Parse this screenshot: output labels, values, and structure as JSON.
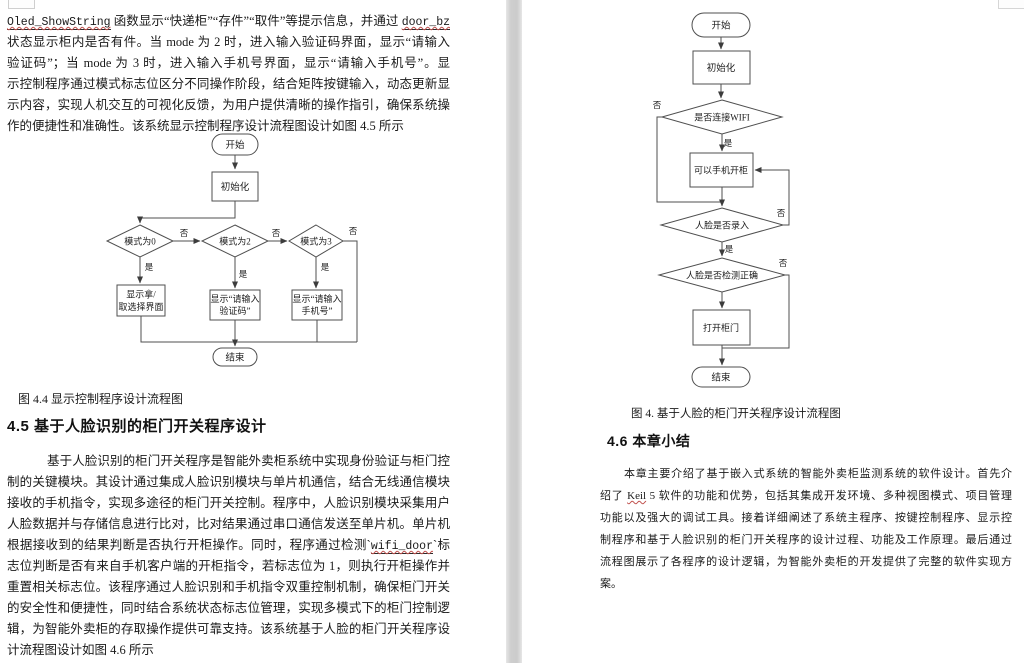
{
  "left_page": {
    "para1_lines": [
      "Oled_ShowString 函数显示“快递柜”“存件”“取件”等提示信息，并通过 door_bz",
      "状态显示柜内是否有件。当 mode 为 2 时，进入输入验证码界面，显示“请输入",
      "验证码”；当 mode 为 3 时，进入输入手机号界面，显示“请输入手机号”。显",
      "示控制程序通过模式标志位区分不同操作阶段，结合矩阵按键输入，动态更新显",
      "示内容，实现人机交互的可视化反馈，为用户提供清晰的操作指引，确保系统操",
      "作的便捷性和准确性。该系统显示控制程序设计流程图设计如图 4.5 所示"
    ],
    "figure_caption": "图 4.4 显示控制程序设计流程图",
    "section_heading": "4.5 基于人脸识别的柜门开关程序设计",
    "para2_lines": [
      "基于人脸识别的柜门开关程序是智能外卖柜系统中实现身份验证与柜门控",
      "制的关键模块。其设计通过集成人脸识别模块与单片机通信，结合无线通信模块",
      "接收的手机指令，实现多途径的柜门开关控制。程序中，人脸识别模块采集用户",
      "人脸数据并与存储信息进行比对，比对结果通过串口通信发送至单片机。单片机",
      "根据接收到的结果判断是否执行开柜操作。同时，程序通过检测`wifi_door`标",
      "志位判断是否有来自手机客户端的开柜指令，若标志位为 1，则执行开柜操作并",
      "重置相关标志位。该程序通过人脸识别和手机指令双重控制机制，确保柜门开关",
      "的安全性和便捷性，同时结合系统状态标志位管理，实现多模式下的柜门控制逻",
      "辑，为智能外卖柜的存取操作提供可靠支持。该系统基于人脸的柜门开关程序设",
      "计流程图设计如图 4.6 所示"
    ],
    "flowchart": {
      "start": "开始",
      "init": "初始化",
      "d1": "模式为0",
      "d2": "模式为2",
      "d3": "模式为3",
      "no": "否",
      "yes": "是",
      "box1_l1": "显示拿/",
      "box1_l2": "取选择界面",
      "box2_l1": "显示“请输入",
      "box2_l2": "验证码”",
      "box3_l1": "显示“请输入",
      "box3_l2": "手机号”",
      "end": "结束"
    }
  },
  "right_page": {
    "flowchart": {
      "start": "开始",
      "init": "初始化",
      "d_wifi": "是否连接WIFI",
      "box_phone": "可以手机开柜",
      "d_enroll": "人脸是否录入",
      "d_detect": "人脸是否检测正确",
      "box_open": "打开柜门",
      "end": "结束",
      "no": "否",
      "yes": "是"
    },
    "figure_caption": "图 4. 基于人脸的柜门开关程序设计流程图",
    "section_heading": "4.6 本章小结",
    "para_lines": [
      "本章主要介绍了基于嵌入式系统的智能外卖柜监测系统的软件设计。首先介",
      "绍了 Keil 5 软件的功能和优势，包括其集成开发环境、多种视图模式、项目管理",
      "功能以及强大的调试工具。接着详细阐述了系统主程序、按键控制程序、显示控",
      "制程序和基于人脸识别的柜门开关程序的设计过程、功能及工作原理。最后通过",
      "流程图展示了各程序的设计逻辑，为智能外卖柜的开发提供了完整的软件实现方",
      "案。"
    ]
  },
  "decorations": {
    "code_tokens": [
      "Oled_ShowString",
      "door_bz",
      "wifi_door"
    ],
    "spell_tokens": [
      "Keil"
    ],
    "wavy_color": "#c0504d"
  },
  "colors": {
    "page": "#ffffff",
    "gutter": "#cccccc",
    "text": "#1a1a1a",
    "flow_stroke": "#4f4f4f"
  }
}
